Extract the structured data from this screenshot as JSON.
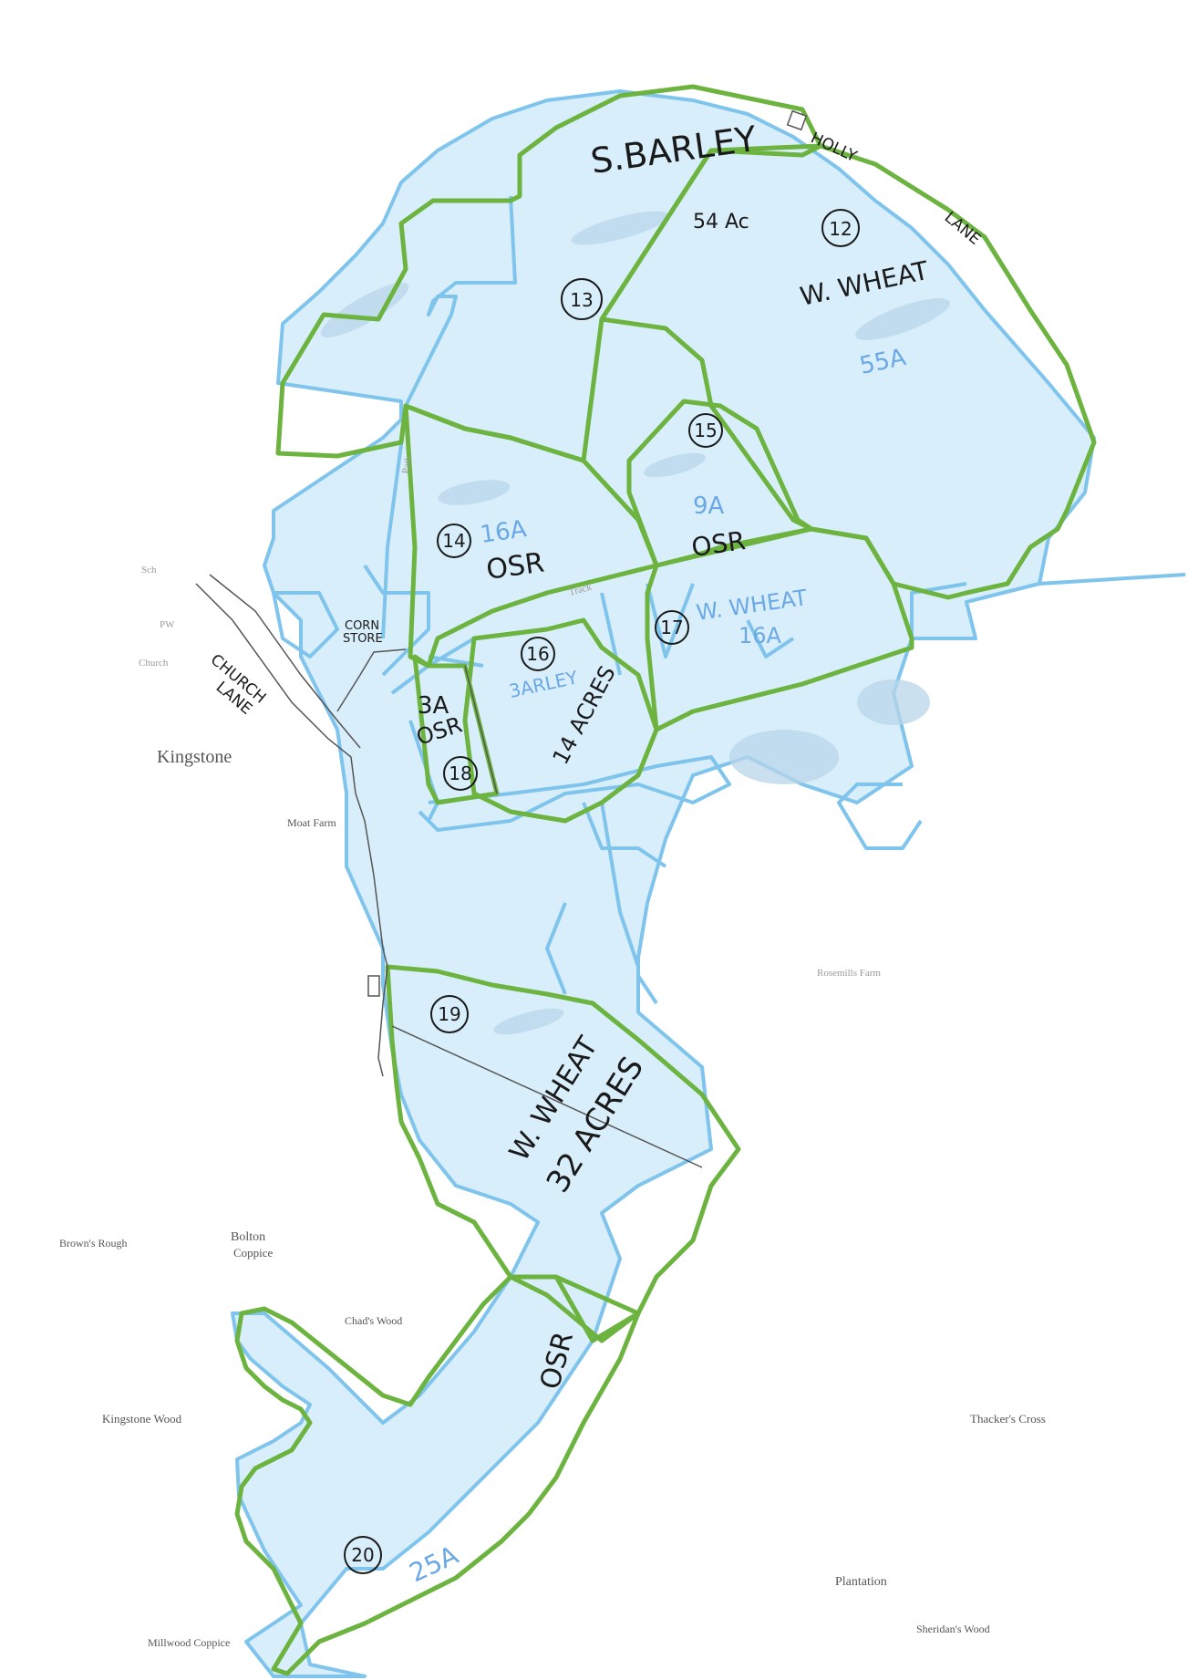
{
  "map": {
    "colors": {
      "paper": "#ffffff",
      "field_fill": "#d8eefa",
      "blue_boundary": "#7fc4ec",
      "green_boundary": "#6cb33f",
      "pencil": "#555555",
      "ink": "#1a1a1a",
      "blue_ink": "#6aa8e6"
    },
    "crop_labels": {
      "s_barley": "S.BARLEY",
      "f13_acres": "54 Ac",
      "f12_crop": "W. WHEAT",
      "f12_acres": "55A",
      "f14_acres": "16A",
      "f14_crop": "OSR",
      "f15_acres": "9A",
      "f15_crop": "OSR",
      "f17_crop": "W. WHEAT",
      "f17_acres": "16A",
      "f16_crop": "3ARLEY",
      "f16_acres": "14 ACRES",
      "f18_acres": "3A",
      "f18_crop": "OSR",
      "f19_crop": "W. WHEAT",
      "f19_acres": "32 ACRES",
      "f20_crop": "OSR",
      "f20_acres": "25A"
    },
    "field_numbers": [
      "12",
      "13",
      "14",
      "15",
      "16",
      "17",
      "18",
      "19",
      "20"
    ],
    "road_labels": {
      "holly": "HOLLY",
      "lane_ne": "LANE",
      "church": "CHURCH",
      "church_lane": "LANE",
      "corn": "CORN",
      "store": "STORE"
    },
    "place_names": {
      "kingstone": "Kingstone",
      "moat_farm": "Moat Farm",
      "browns_rough": "Brown's Rough",
      "bolton": "Bolton",
      "coppice": "Coppice",
      "chads_wood": "Chad's Wood",
      "kingstone_wood": "Kingstone Wood",
      "thackers_cross": "Thacker's Cross",
      "plantation": "Plantation",
      "millwood_coppice": "Millwood Coppice",
      "sheridans_wood": "Sheridan's Wood",
      "rosemills_farm": "Rosemills Farm",
      "church": "Church",
      "pw": "PW",
      "sch": "Sch",
      "track": "Track",
      "path": "Path"
    }
  }
}
